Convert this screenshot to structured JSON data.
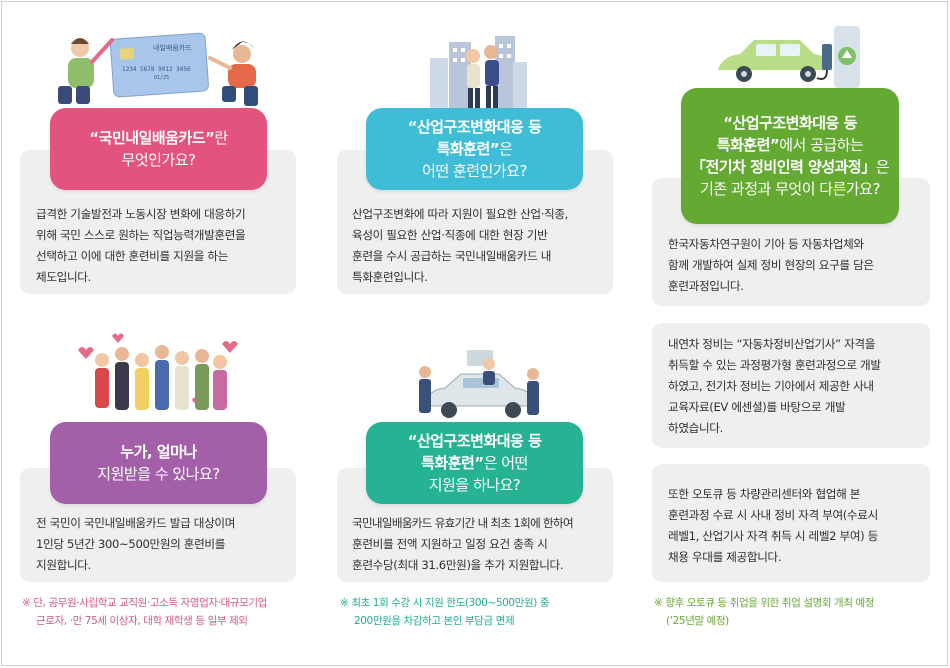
{
  "colors": {
    "pink": "#e2537e",
    "teal": "#3fbdd6",
    "green": "#63a932",
    "purple": "#a35fa8",
    "mint": "#26b394",
    "card": "#efefef"
  },
  "illustrations": {
    "card_label": "내일배움카드",
    "card_number": "1234 5678 9012 3456",
    "card_expiry": "01/25"
  },
  "section1": {
    "bubble_line1_quoted": "“국민내일배움카드”",
    "bubble_line1_rest": "란",
    "bubble_line2": "무엇인가요?",
    "body": [
      "급격한 기술발전과 노동시장 변화에 대응하기",
      "위해 국민 스스로 원하는 직업능력개발훈련을",
      "선택하고 이에 대한 훈련비를 지원을 하는",
      "제도입니다."
    ]
  },
  "section2": {
    "bubble_line1": "“산업구조변화대응 등",
    "bubble_line2_quoted": "특화훈련”",
    "bubble_line2_rest": "은",
    "bubble_line3": "어떤 훈련인가요?",
    "body": [
      "산업구조변화에 따라 지원이 필요한 산업·직종,",
      "육성이 필요한 산업·직종에 대한 현장 기반",
      "훈련을 수시 공급하는 국민내일배움카드 내",
      "특화훈련입니다."
    ]
  },
  "section3": {
    "bubble_line1": "“산업구조변화대응 등",
    "bubble_line2_quoted": "특화훈련”",
    "bubble_line2_rest": "에서 공급하는",
    "bubble_line3_quoted": "「전기차 정비인력 양성과정」",
    "bubble_line3_rest": "은",
    "bubble_line4": "기존 과정과 무엇이 다른가요?",
    "card1": [
      "한국자동차연구원이 기아 등 자동차업체와",
      "함께 개발하여 실제 정비 현장의 요구를 담은",
      "훈련과정입니다."
    ],
    "card2": [
      "내연차 정비는 “자동차정비산업기사” 자격을",
      "취득할 수 있는 과정평가형 훈련과정으로 개발",
      "하였고, 전기차 정비는 기아에서 제공한 사내",
      "교육자료(EV 에센셜)를 바탕으로 개발",
      "하였습니다."
    ],
    "card3": [
      "또한 오토큐 등 차량관리센터와 협업해 본",
      "훈련과정 수료 시 사내 정비 자격 부여(수료시",
      "레벨1, 산업기사 자격 취득 시 레벨2 부여) 등",
      "채용 우대를 제공합니다."
    ],
    "note": [
      "※ 향후 오토큐 등 취업을 위한 취업 설명회 개최 예정",
      "(‘25년말 예정)"
    ]
  },
  "section4": {
    "bubble_line1": "누가, 얼마나",
    "bubble_line2": "지원받을 수 있나요?",
    "body": [
      "전 국민이 국민내일배움카드 발급 대상이며",
      "1인당 5년간 300~500만원의 훈련비를",
      "지원합니다."
    ],
    "note": [
      "※ 단, 공무원·사립학교 교직원·고소득 자영업자·대규모기업",
      "근로자, ·만 75세 이상자, 대학 재학생 등 일부 제외"
    ]
  },
  "section5": {
    "bubble_line1": "“산업구조변화대응 등",
    "bubble_line2_quoted": "특화훈련”",
    "bubble_line2_rest": "은 어떤",
    "bubble_line3": "지원을 하나요?",
    "body": [
      "국민내일배움카드 유효기간 내 최초 1회에 한하여",
      "훈련비를 전액 지원하고 일정 요건 충족 시",
      "훈련수당(최대 31.6만원)을 추가 지원합니다."
    ],
    "note": [
      "※ 최초 1회 수강 시 지원 한도(300~500만원) 중",
      "200만원을 차감하고 본인 부담금 면제"
    ]
  }
}
